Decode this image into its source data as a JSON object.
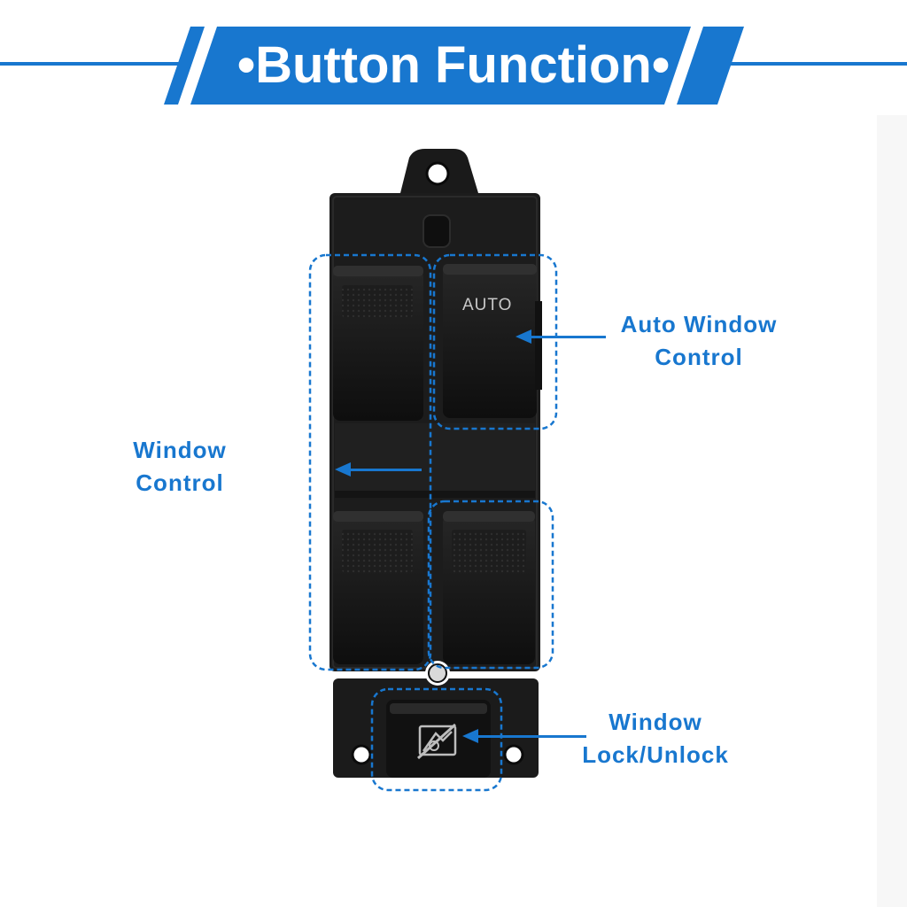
{
  "header": {
    "title": "•Button Function•"
  },
  "callouts": {
    "auto_window_control": "Auto Window\nControl",
    "window_control": "Window\nControl",
    "window_lock": "Window\nLock/Unlock"
  },
  "switch": {
    "auto_label": "AUTO"
  },
  "colors": {
    "accent": "#1877cf",
    "switch_body": "#1c1c1c",
    "button_face": "#141414"
  },
  "icons": [
    "window-lock-icon",
    "arrow-left-icon"
  ]
}
